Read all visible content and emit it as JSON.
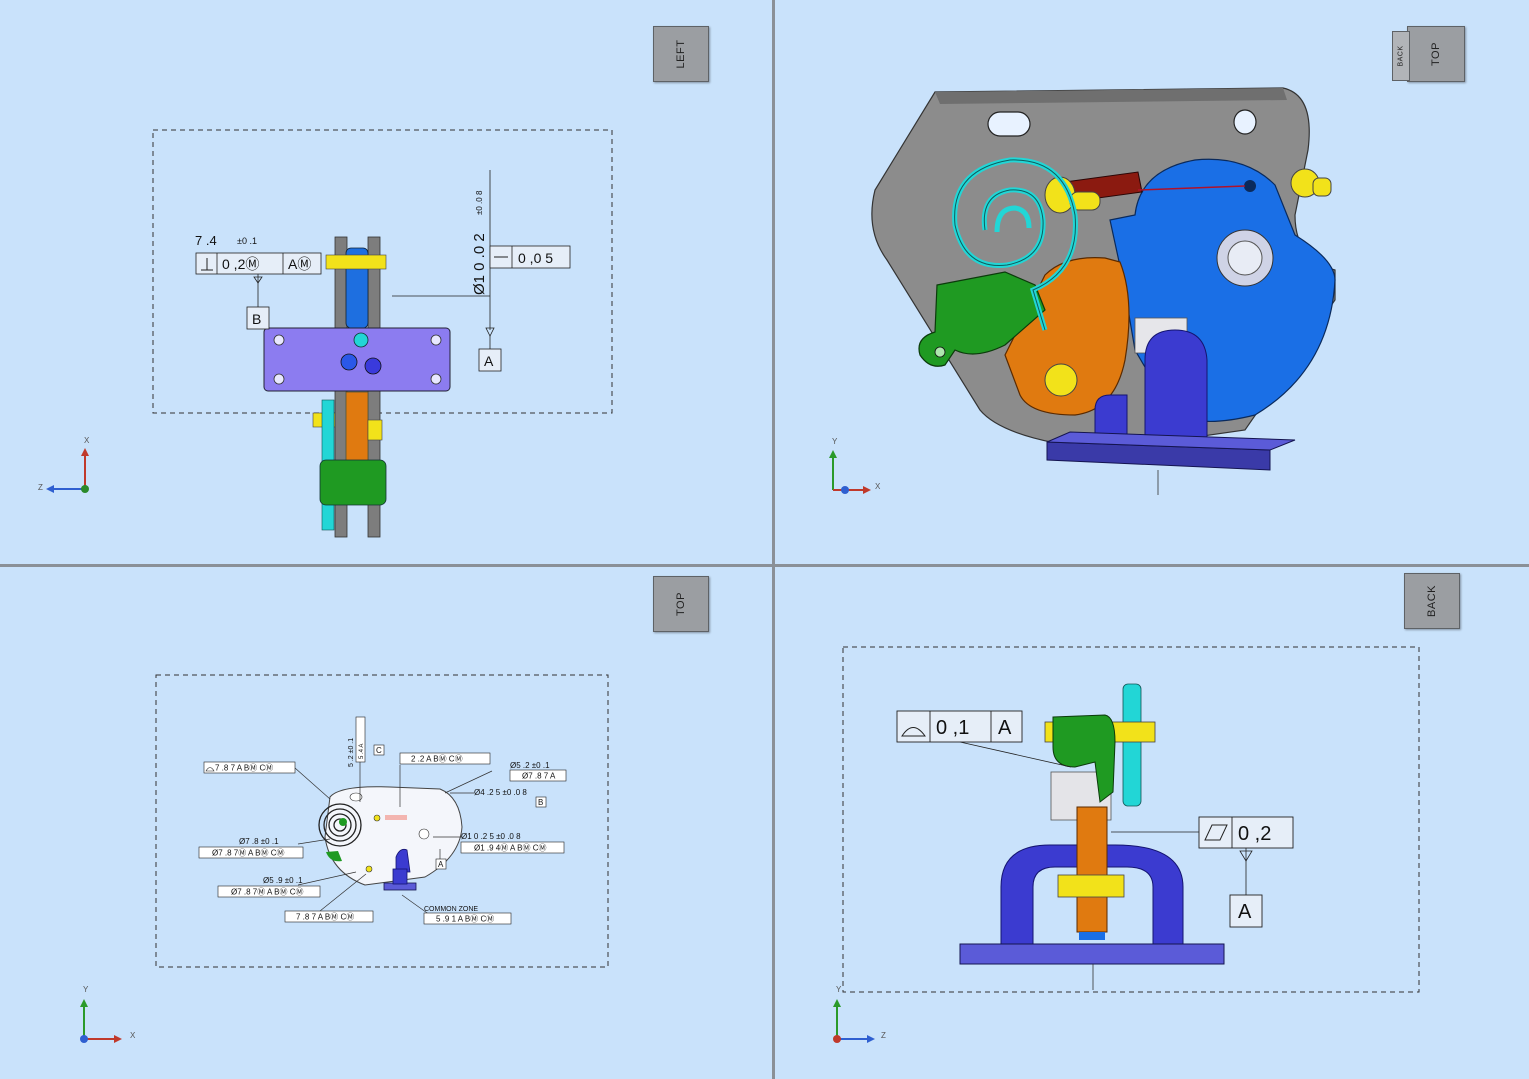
{
  "viewports": {
    "top_left": {
      "view_label": "LEFT",
      "triad": {
        "vertical": "X",
        "horizontal": "Z"
      },
      "annotations": {
        "dim_74": "7 .4",
        "dim_74_tol": "±0 .1",
        "fcf_value": "0 ,2Ⓜ",
        "fcf_datum": "AⓂ",
        "datum_b": "B",
        "dim_dia": "Ø1 0 .0 2",
        "dim_dia_tol": "±0 .0 8",
        "fcf2_value": "0 ,0 5",
        "datum_a": "A"
      }
    },
    "top_right": {
      "view_label": "TOP",
      "side_label": "BACK",
      "triad": {
        "vertical": "Y",
        "horizontal": "X"
      }
    },
    "bottom_left": {
      "view_label": "TOP",
      "triad": {
        "vertical": "Y",
        "horizontal": "X"
      },
      "annotations": {
        "fcf_a": "7 .8 7 A BⓂ CⓂ",
        "dim_v": "5 .2 ±0 .1",
        "fcf_v": "5 .4 A",
        "datum_c": "C",
        "fcf_b": "2 .2 A BⓂ CⓂ",
        "dim_52": "Ø5 .2 ±0 .1",
        "fcf_c": "Ø7 .8 7 A",
        "datum_b": "B",
        "dim_425": "Ø4 .2 5 ±0 .0 8",
        "dim_78": "Ø7 .8 ±0 .1",
        "fcf_d": "Ø7 .8 7Ⓜ A BⓂ CⓂ",
        "dim_1025": "Ø1 0 .2 5 ±0 .0 8",
        "fcf_e": "Ø1 .9 4Ⓜ A BⓂ CⓂ",
        "datum_a": "A",
        "dim_59": "Ø5 .9 ±0 .1",
        "fcf_f": "Ø7 .8 7Ⓜ A BⓂ CⓂ",
        "fcf_g": "7 .8 7 A BⓂ CⓂ",
        "common_zone": "COMMON ZONE",
        "fcf_h": "5 .9 1 A BⓂ CⓂ"
      }
    },
    "bottom_right": {
      "view_label": "BACK",
      "triad": {
        "vertical": "Y",
        "horizontal": "Z"
      },
      "annotations": {
        "fcf1_value": "0 ,1",
        "fcf1_datum": "A",
        "fcf2_value": "0 ,2",
        "datum_a": "A"
      }
    }
  },
  "colors": {
    "background": "#c9e2fb",
    "splitter": "#8a9097",
    "plate_gray": "#8a8a8a",
    "blue_cam": "#1a6fe6",
    "orange_lever": "#e07a10",
    "green_arm": "#1f9a22",
    "cyan_spring": "#22d6d6",
    "yellow_pin": "#f2e21a",
    "purple_base": "#5b5bd8",
    "dark_red_rod": "#8b1a10"
  }
}
